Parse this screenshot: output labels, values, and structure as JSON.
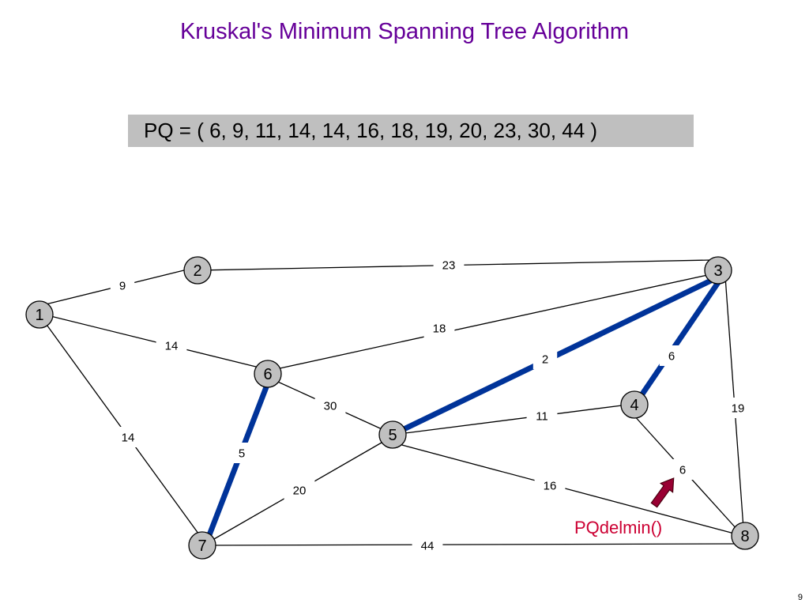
{
  "slide": {
    "title": "Kruskal's Minimum Spanning Tree Algorithm",
    "page_number": "9"
  },
  "priority_queue": {
    "text": "PQ = ( 6, 9, 11, 14, 14, 16, 18, 19, 20, 23, 30, 44 )"
  },
  "graph": {
    "nodes": [
      {
        "label": "1"
      },
      {
        "label": "2"
      },
      {
        "label": "3"
      },
      {
        "label": "4"
      },
      {
        "label": "5"
      },
      {
        "label": "6"
      },
      {
        "label": "7"
      },
      {
        "label": "8"
      }
    ],
    "edges": [
      {
        "from": "1",
        "to": "2",
        "weight": 9,
        "selected": false
      },
      {
        "from": "2",
        "to": "3",
        "weight": 23,
        "selected": false
      },
      {
        "from": "1",
        "to": "6",
        "weight": 14,
        "selected": false
      },
      {
        "from": "1",
        "to": "7",
        "weight": 14,
        "selected": false
      },
      {
        "from": "6",
        "to": "3",
        "weight": 18,
        "selected": false
      },
      {
        "from": "5",
        "to": "3",
        "weight": 2,
        "selected": true
      },
      {
        "from": "3",
        "to": "4",
        "weight": 6,
        "selected": true
      },
      {
        "from": "3",
        "to": "8",
        "weight": 19,
        "selected": false
      },
      {
        "from": "6",
        "to": "5",
        "weight": 30,
        "selected": false
      },
      {
        "from": "6",
        "to": "7",
        "weight": 5,
        "selected": true
      },
      {
        "from": "5",
        "to": "4",
        "weight": 11,
        "selected": false
      },
      {
        "from": "4",
        "to": "8",
        "weight": 6,
        "selected": false
      },
      {
        "from": "5",
        "to": "8",
        "weight": 16,
        "selected": false
      },
      {
        "from": "5",
        "to": "7",
        "weight": 20,
        "selected": false
      },
      {
        "from": "7",
        "to": "8",
        "weight": 44,
        "selected": false
      }
    ]
  },
  "annotation": {
    "label": "PQdelmin()",
    "arrow_icon": "arrow-up-right-icon"
  },
  "colors": {
    "title": "#660099",
    "pq_box": "#bfbfbf",
    "node_fill": "#c0c0c0",
    "edge": "#000000",
    "tree_edge": "#003399",
    "annotation_text": "#cc0033",
    "arrow": "#990033"
  }
}
